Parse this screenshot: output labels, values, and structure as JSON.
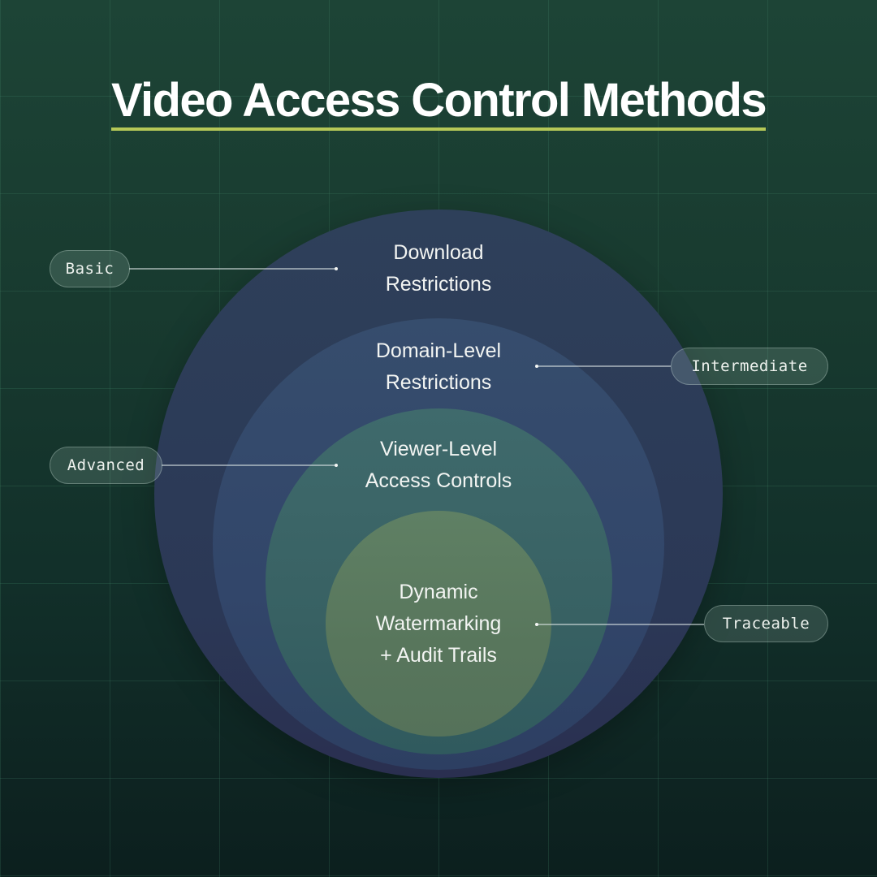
{
  "title": "Video Access Control Methods",
  "colors": {
    "background_top": "#1d4436",
    "background_bottom": "#0c1f1e",
    "accent_underline": "#b5c857",
    "circle_outer": "#2e405a",
    "circle_second": "#364d6d",
    "circle_third": "#3f6a6c",
    "circle_inner": "#5f8064",
    "text": "#f2f4f2"
  },
  "layers": [
    {
      "level": "Basic",
      "lines": [
        "Download",
        "Restrictions"
      ]
    },
    {
      "level": "Intermediate",
      "lines": [
        "Domain-Level",
        "Restrictions"
      ]
    },
    {
      "level": "Advanced",
      "lines": [
        "Viewer-Level",
        "Access Controls"
      ]
    },
    {
      "level": "Traceable",
      "lines": [
        "Dynamic",
        "Watermarking",
        "+ Audit Trails"
      ]
    }
  ]
}
